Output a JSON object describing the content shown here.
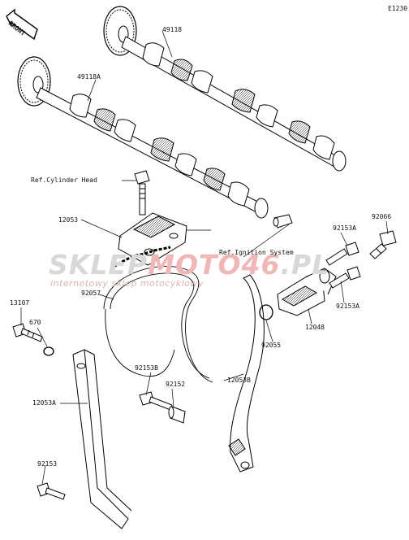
{
  "diagram_code": "E1230",
  "front_label": "FRONT",
  "watermark": {
    "brand_a": "SKLEP",
    "brand_b": "MOTO46",
    "brand_c": ".PL",
    "tagline": "internetowy sklep motocyklowy"
  },
  "parts": [
    {
      "id": "p49118",
      "number": "49118"
    },
    {
      "id": "p49118A",
      "number": "49118A"
    },
    {
      "id": "pRefHead",
      "number": "Ref.Cylinder Head"
    },
    {
      "id": "p12053",
      "number": "12053"
    },
    {
      "id": "p92057",
      "number": "92057"
    },
    {
      "id": "pRefIgn",
      "number": "Ref.Ignition System"
    },
    {
      "id": "p92153A_top",
      "number": "92153A"
    },
    {
      "id": "p92066",
      "number": "92066"
    },
    {
      "id": "p92153A_bot",
      "number": "92153A"
    },
    {
      "id": "p12048",
      "number": "12048"
    },
    {
      "id": "p92055",
      "number": "92055"
    },
    {
      "id": "p13107",
      "number": "13107"
    },
    {
      "id": "p670",
      "number": "670"
    },
    {
      "id": "p12053A",
      "number": "12053A"
    },
    {
      "id": "p92153B",
      "number": "92153B"
    },
    {
      "id": "p92152",
      "number": "92152"
    },
    {
      "id": "p12053B",
      "number": "12053B"
    },
    {
      "id": "p92153",
      "number": "92153"
    }
  ]
}
